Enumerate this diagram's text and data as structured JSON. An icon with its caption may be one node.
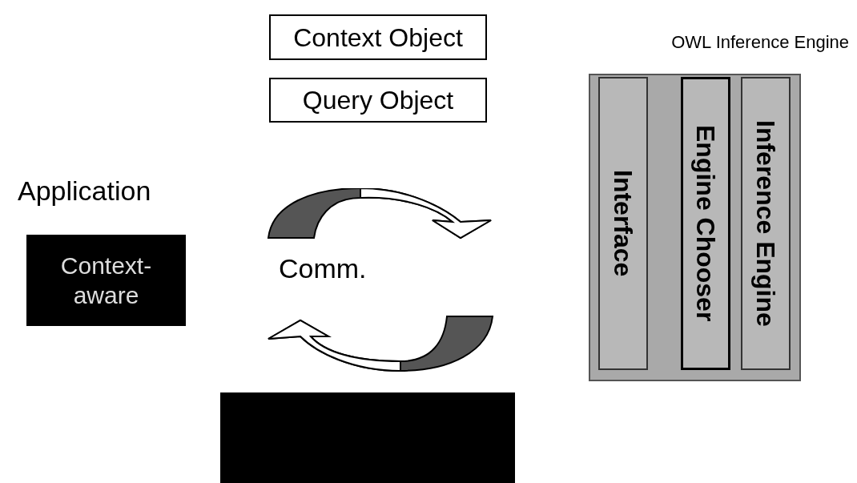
{
  "diagram": {
    "nodes": [
      {
        "text": [
          "Context Object"
        ]
      },
      {
        "text": [
          "Query Object"
        ]
      },
      {
        "text": [
          "Application",
          "Context-aware"
        ]
      },
      {
        "text": [
          "OWL Inference Engine"
        ]
      },
      {
        "text": [
          "Interface"
        ],
        "in": 3
      },
      {
        "text": [
          "Engine Chooser"
        ],
        "in": 3
      },
      {
        "text": [
          "Inference Engine"
        ],
        "in": 3
      },
      {
        "text": [],
        "shape": "box"
      }
    ],
    "labels": [
      "Comm."
    ]
  }
}
